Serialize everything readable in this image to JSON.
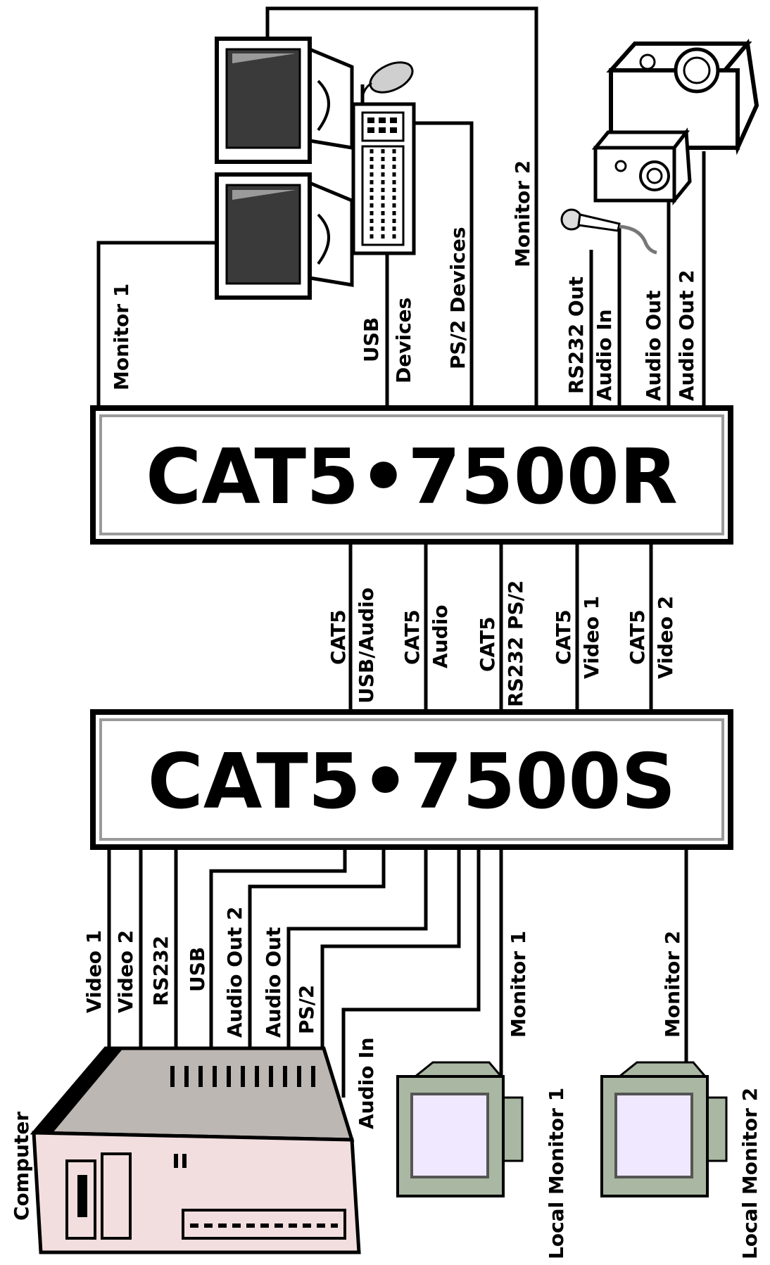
{
  "units": {
    "receiver": "CAT5•7500R",
    "sender": "CAT5•7500S"
  },
  "receiver_ports": {
    "monitor1": "Monitor 1",
    "usb_devices_line1": "USB",
    "usb_devices_line2": "Devices",
    "ps2_devices": "PS/2 Devices",
    "monitor2": "Monitor 2",
    "rs232_out": "RS232 Out",
    "audio_in": "Audio In",
    "audio_out": "Audio Out",
    "audio_out2": "Audio Out 2"
  },
  "links": [
    {
      "top": "CAT5",
      "bottom": "USB/Audio"
    },
    {
      "top": "CAT5",
      "bottom": "Audio"
    },
    {
      "top": "CAT5",
      "bottom": "RS232 PS/2"
    },
    {
      "top": "CAT5",
      "bottom": "Video 1"
    },
    {
      "top": "CAT5",
      "bottom": "Video 2"
    }
  ],
  "sender_ports": {
    "video1": "Video 1",
    "video2": "Video 2",
    "rs232": "RS232",
    "usb": "USB",
    "audio_out2": "Audio Out 2",
    "audio_out": "Audio Out",
    "ps2": "PS/2",
    "audio_in": "Audio In",
    "monitor1": "Monitor 1",
    "monitor2": "Monitor 2"
  },
  "devices": {
    "computer": "Computer",
    "local_monitor1": "Local Monitor 1",
    "local_monitor2": "Local Monitor 2"
  },
  "icons": [
    "monitor-icon",
    "mouse-icon",
    "keyboard-icon",
    "speaker-icon",
    "microphone-icon",
    "computer-icon",
    "local-monitor-icon"
  ]
}
